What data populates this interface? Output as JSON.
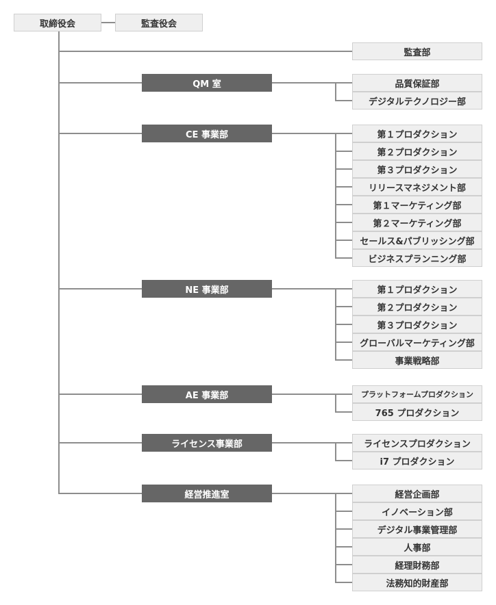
{
  "top": {
    "board": "取締役会",
    "auditors": "監査役会"
  },
  "audit_dept": "監査部",
  "divisions": [
    {
      "name": "QM 室",
      "children": [
        "品質保証部",
        "デジタルテクノロジー部"
      ]
    },
    {
      "name": "CE 事業部",
      "children": [
        "第１プロダクション",
        "第２プロダクション",
        "第３プロダクション",
        "リリースマネジメント部",
        "第１マーケティング部",
        "第２マーケティング部",
        "セールス&パブリッシング部",
        "ビジネスプランニング部"
      ]
    },
    {
      "name": "NE 事業部",
      "children": [
        "第１プロダクション",
        "第２プロダクション",
        "第３プロダクション",
        "グローバルマーケティング部",
        "事業戦略部"
      ]
    },
    {
      "name": "AE 事業部",
      "children": [
        "プラットフォームプロダクション",
        "765 プロダクション"
      ]
    },
    {
      "name": "ライセンス事業部",
      "children": [
        "ライセンスプロダクション",
        "i7 プロダクション"
      ]
    },
    {
      "name": "経営推進室",
      "children": [
        "経営企画部",
        "イノベーション部",
        "デジタル事業管理部",
        "人事部",
        "経理財務部",
        "法務知的財産部"
      ]
    }
  ],
  "colors": {
    "light_box": "#efefef",
    "dark_box": "#666666",
    "line": "#8c8c8c",
    "text_dark": "#333333",
    "text_light": "#ffffff"
  }
}
